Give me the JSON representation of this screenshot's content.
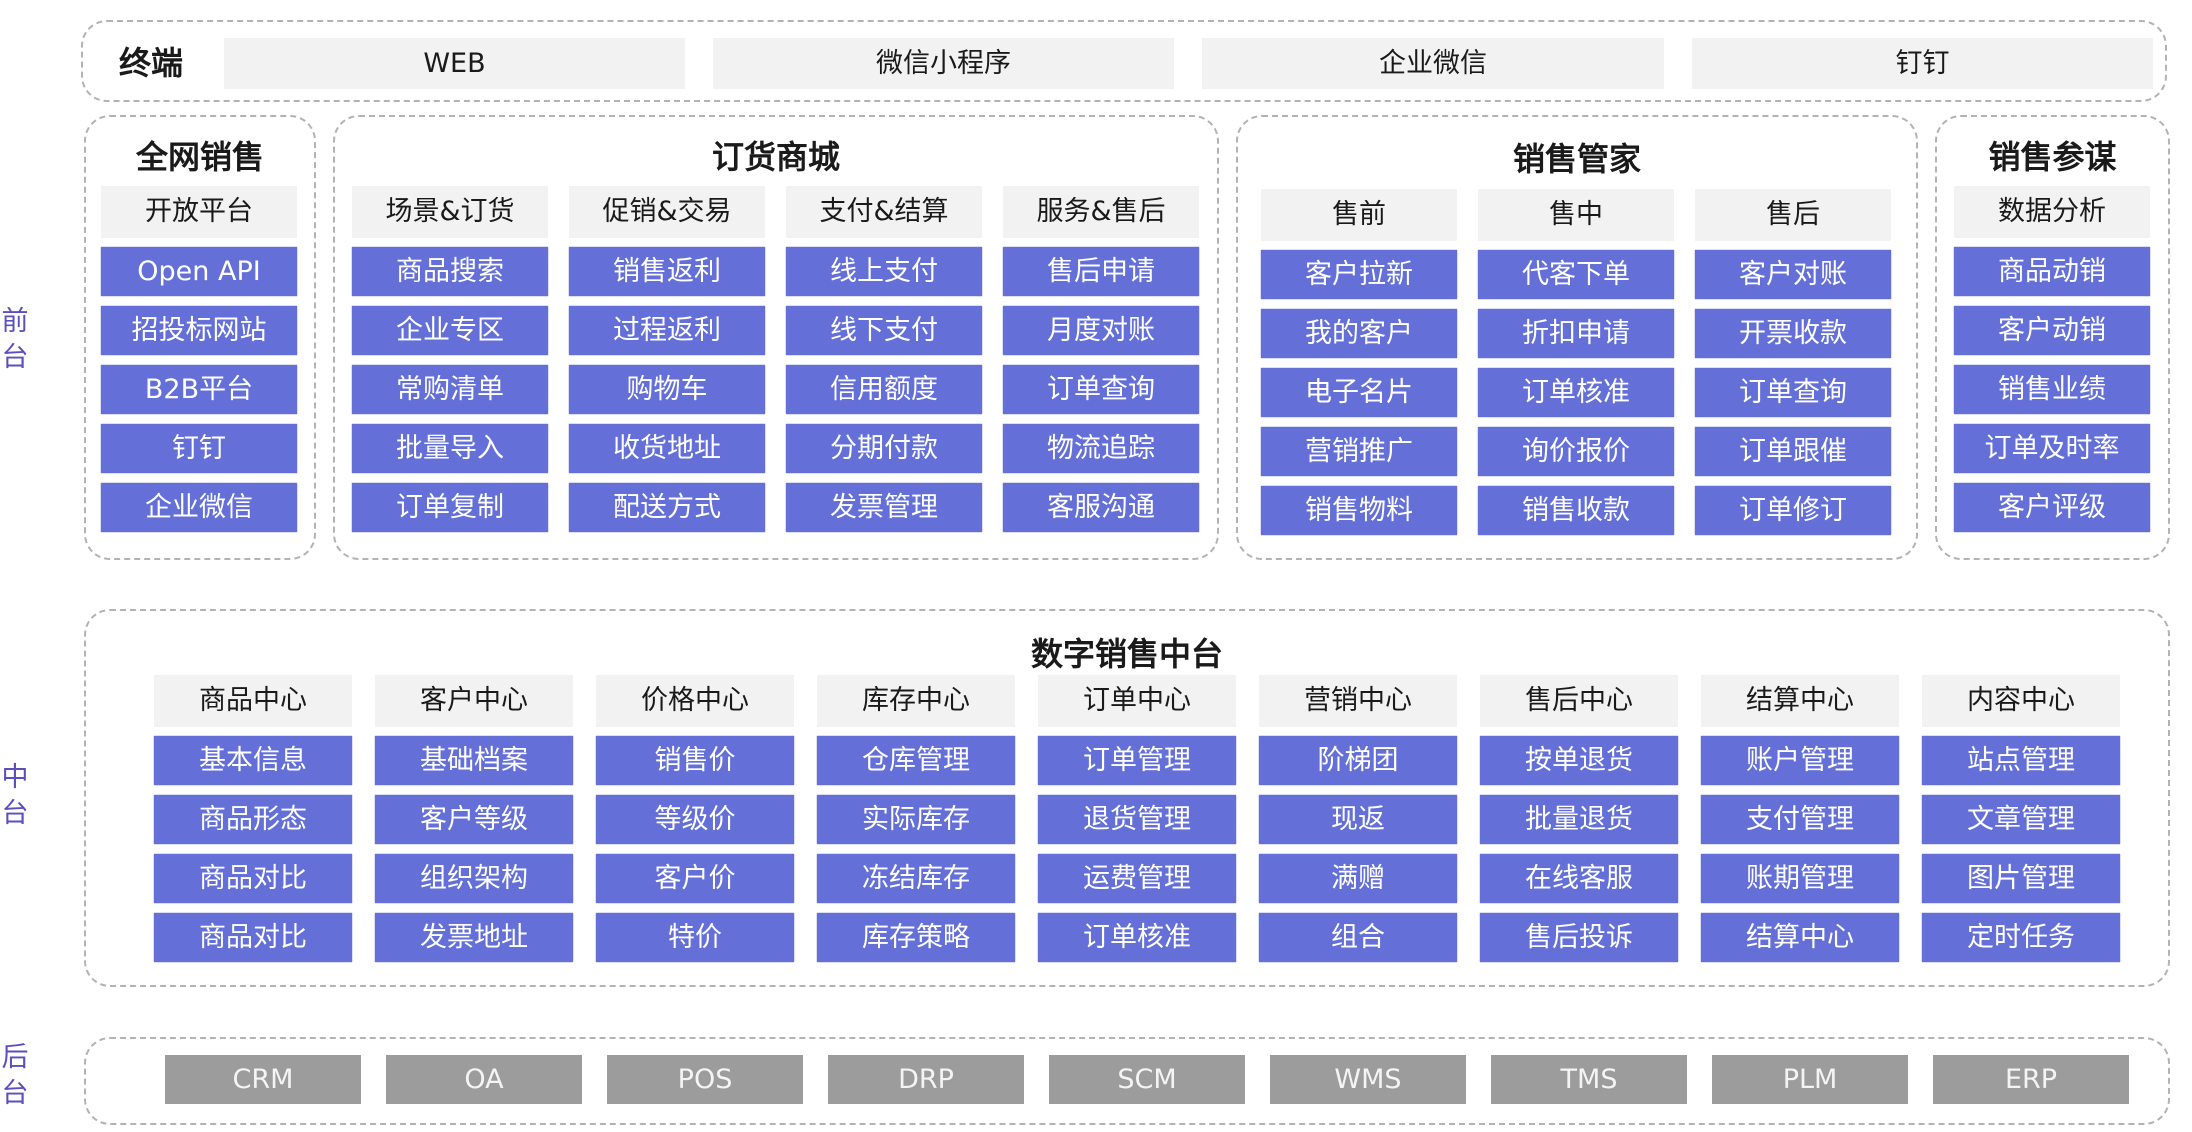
{
  "layers": {
    "front": "前台",
    "middle": "中台",
    "back": "后台"
  },
  "terminal": {
    "label": "终端",
    "items": [
      "WEB",
      "微信小程序",
      "企业微信",
      "钉钉"
    ]
  },
  "front": {
    "omni": {
      "title": "全网销售",
      "columns": [
        {
          "header": "开放平台",
          "items": [
            "Open API",
            "招投标网站",
            "B2B平台",
            "钉钉",
            "企业微信"
          ]
        }
      ]
    },
    "mall": {
      "title": "订货商城",
      "columns": [
        {
          "header": "场景&订货",
          "items": [
            "商品搜索",
            "企业专区",
            "常购清单",
            "批量导入",
            "订单复制"
          ]
        },
        {
          "header": "促销&交易",
          "items": [
            "销售返利",
            "过程返利",
            "购物车",
            "收货地址",
            "配送方式"
          ]
        },
        {
          "header": "支付&结算",
          "items": [
            "线上支付",
            "线下支付",
            "信用额度",
            "分期付款",
            "发票管理"
          ]
        },
        {
          "header": "服务&售后",
          "items": [
            "售后申请",
            "月度对账",
            "订单查询",
            "物流追踪",
            "客服沟通"
          ]
        }
      ]
    },
    "steward": {
      "title": "销售管家",
      "columns": [
        {
          "header": "售前",
          "items": [
            "客户拉新",
            "我的客户",
            "电子名片",
            "营销推广",
            "销售物料"
          ]
        },
        {
          "header": "售中",
          "items": [
            "代客下单",
            "折扣申请",
            "订单核准",
            "询价报价",
            "销售收款"
          ]
        },
        {
          "header": "售后",
          "items": [
            "客户对账",
            "开票收款",
            "订单查询",
            "订单跟催",
            "订单修订"
          ]
        }
      ]
    },
    "advisor": {
      "title": "销售参谋",
      "columns": [
        {
          "header": "数据分析",
          "items": [
            "商品动销",
            "客户动销",
            "销售业绩",
            "订单及时率",
            "客户评级"
          ]
        }
      ]
    }
  },
  "middle": {
    "title": "数字销售中台",
    "columns": [
      {
        "header": "商品中心",
        "items": [
          "基本信息",
          "商品形态",
          "商品对比",
          "商品对比"
        ]
      },
      {
        "header": "客户中心",
        "items": [
          "基础档案",
          "客户等级",
          "组织架构",
          "发票地址"
        ]
      },
      {
        "header": "价格中心",
        "items": [
          "销售价",
          "等级价",
          "客户价",
          "特价"
        ]
      },
      {
        "header": "库存中心",
        "items": [
          "仓库管理",
          "实际库存",
          "冻结库存",
          "库存策略"
        ]
      },
      {
        "header": "订单中心",
        "items": [
          "订单管理",
          "退货管理",
          "运费管理",
          "订单核准"
        ]
      },
      {
        "header": "营销中心",
        "items": [
          "阶梯团",
          "现返",
          "满赠",
          "组合"
        ]
      },
      {
        "header": "售后中心",
        "items": [
          "按单退货",
          "批量退货",
          "在线客服",
          "售后投诉"
        ]
      },
      {
        "header": "结算中心",
        "items": [
          "账户管理",
          "支付管理",
          "账期管理",
          "结算中心"
        ]
      },
      {
        "header": "内容中心",
        "items": [
          "站点管理",
          "文章管理",
          "图片管理",
          "定时任务"
        ]
      }
    ]
  },
  "back": {
    "items": [
      "CRM",
      "OA",
      "POS",
      "DRP",
      "SCM",
      "WMS",
      "TMS",
      "PLM",
      "ERP"
    ]
  }
}
